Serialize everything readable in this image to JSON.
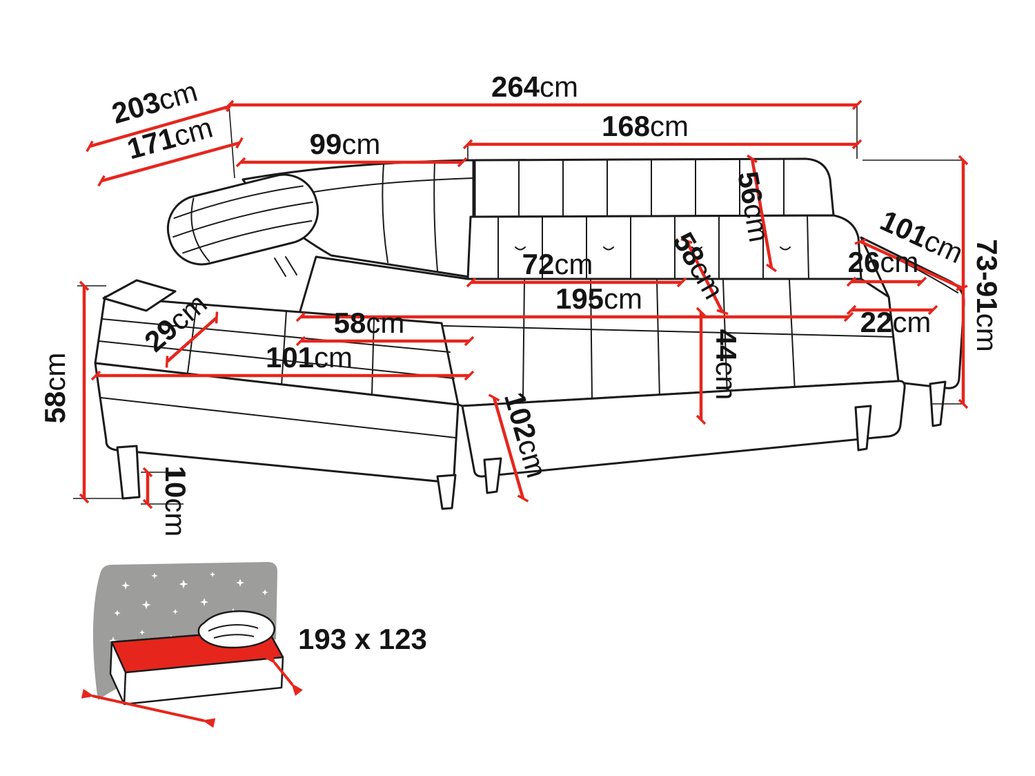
{
  "colors": {
    "dimension_red": "#e6261d",
    "outline_black": "#1a1a1a",
    "panel_gray": "#9d9d9c"
  },
  "dimensions": {
    "total_width": {
      "value": "264",
      "unit": "cm"
    },
    "depth_outer": {
      "value": "203",
      "unit": "cm"
    },
    "depth_inner": {
      "value": "171",
      "unit": "cm"
    },
    "back_left": {
      "value": "99",
      "unit": "cm"
    },
    "back_right": {
      "value": "168",
      "unit": "cm"
    },
    "back_height": {
      "value": "56",
      "unit": "cm"
    },
    "armrest_length": {
      "value": "101",
      "unit": "cm"
    },
    "armrest_top_width": {
      "value": "26",
      "unit": "cm"
    },
    "height_range": {
      "value": "73-91",
      "unit": "cm"
    },
    "seat_depth": {
      "value": "72",
      "unit": "cm"
    },
    "seat_diag": {
      "value": "58",
      "unit": "cm"
    },
    "seat_length": {
      "value": "195",
      "unit": "cm"
    },
    "armrest_height": {
      "value": "22",
      "unit": "cm"
    },
    "seat_height": {
      "value": "44",
      "unit": "cm"
    },
    "corner_width": {
      "value": "29",
      "unit": "cm"
    },
    "chaise_width": {
      "value": "58",
      "unit": "cm"
    },
    "chaise_length": {
      "value": "101",
      "unit": "cm"
    },
    "side_height": {
      "value": "58",
      "unit": "cm"
    },
    "chaise_total": {
      "value": "102",
      "unit": "cm"
    },
    "leg_height": {
      "value": "10",
      "unit": "cm"
    }
  },
  "sleeping_area": {
    "size_label": "193 x 123"
  }
}
